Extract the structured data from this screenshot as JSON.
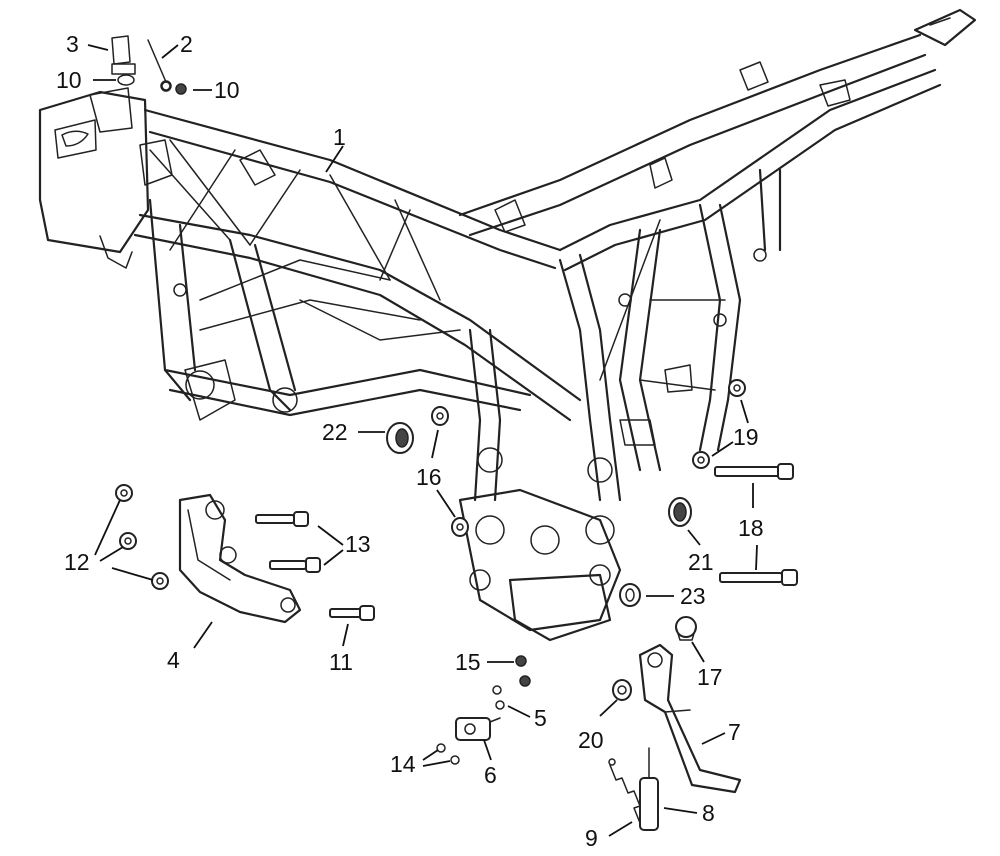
{
  "callouts": [
    {
      "id": "c1",
      "label": "1"
    },
    {
      "id": "c2",
      "label": "2"
    },
    {
      "id": "c3",
      "label": "3"
    },
    {
      "id": "c4",
      "label": "4"
    },
    {
      "id": "c5",
      "label": "5"
    },
    {
      "id": "c6",
      "label": "6"
    },
    {
      "id": "c7",
      "label": "7"
    },
    {
      "id": "c8",
      "label": "8"
    },
    {
      "id": "c9",
      "label": "9"
    },
    {
      "id": "c10a",
      "label": "10"
    },
    {
      "id": "c10b",
      "label": "10"
    },
    {
      "id": "c11",
      "label": "11"
    },
    {
      "id": "c12",
      "label": "12"
    },
    {
      "id": "c13",
      "label": "13"
    },
    {
      "id": "c14",
      "label": "14"
    },
    {
      "id": "c15",
      "label": "15"
    },
    {
      "id": "c16",
      "label": "16"
    },
    {
      "id": "c17",
      "label": "17"
    },
    {
      "id": "c18",
      "label": "18"
    },
    {
      "id": "c19",
      "label": "19"
    },
    {
      "id": "c20",
      "label": "20"
    },
    {
      "id": "c21",
      "label": "21"
    },
    {
      "id": "c22",
      "label": "22"
    },
    {
      "id": "c23",
      "label": "23"
    }
  ]
}
